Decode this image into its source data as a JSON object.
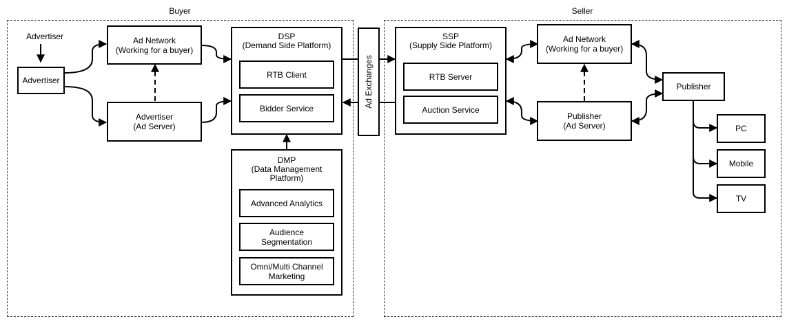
{
  "groups": {
    "buyer": "Buyer",
    "seller": "Seller"
  },
  "buyer": {
    "advertiser_label": "Advertiser",
    "advertiser_box": "Advertiser",
    "ad_network": "Ad Network\n(Working for a buyer)",
    "advertiser_ad_server": "Advertiser\n(Ad Server)",
    "dsp": {
      "title": "DSP\n(Demand Side Platform)",
      "rtb_client": "RTB Client",
      "bidder_service": "Bidder Service"
    },
    "dmp": {
      "title": "DMP\n(Data Management\nPlatform)",
      "advanced_analytics": "Advanced Analytics",
      "audience_segmentation": "Audience\nSegmentation",
      "omni_channel": "Omni/Multi Channel\nMarketing"
    }
  },
  "exchange": {
    "label": "Ad Exchanges"
  },
  "seller": {
    "ssp": {
      "title": "SSP\n(Supply Side Platform)",
      "rtb_server": "RTB Server",
      "auction_service": "Auction Service"
    },
    "ad_network": "Ad Network\n(Working for a buyer)",
    "publisher_ad_server": "Publisher\n(Ad Server)",
    "publisher": "Publisher",
    "devices": [
      "PC",
      "Mobile",
      "TV"
    ]
  }
}
